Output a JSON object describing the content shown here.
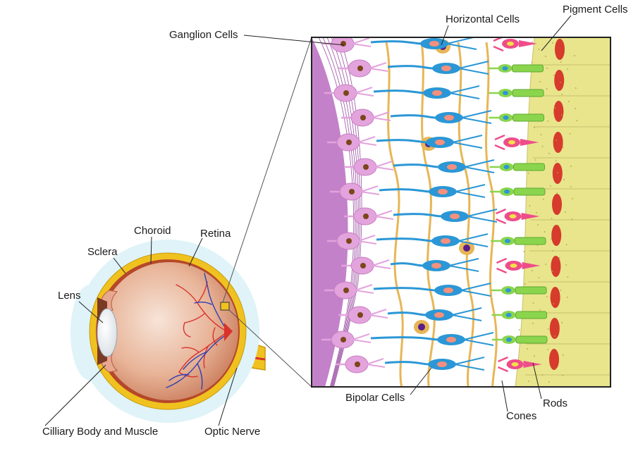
{
  "colors": {
    "background": "#ffffff",
    "sclera": "#dff3f8",
    "choroid": "#f0c21f",
    "retina_wall": "#b5482a",
    "eyeball": "#e9b89d",
    "vessel_red": "#d8322b",
    "vessel_blue": "#2f3fb3",
    "ganglion": "#e3a3dd",
    "nerve_fiber": "#b86bc0",
    "bipolar": "#2b97d6",
    "horizontal": "#e7b656",
    "rod": "#8ad54d",
    "cone": "#ef4d8a",
    "pigment": "#e8e58d",
    "pigment_nucleus": "#d63b2c",
    "nucleus_brown": "#7b4619",
    "nucleus_pink": "#f4907d",
    "leader_line": "#222222",
    "panel_border": "#222222"
  },
  "labels": {
    "ganglion_cells": "Ganglion Cells",
    "horizontal_cells": "Horizontal Cells",
    "pigment_cells": "Pigment Cells",
    "choroid": "Choroid",
    "retina": "Retina",
    "sclera": "Sclera",
    "lens": "Lens",
    "cilliary_body": "Cilliary Body and Muscle",
    "optic_nerve": "Optic Nerve",
    "bipolar_cells": "Bipolar Cells",
    "cones": "Cones",
    "rods": "Rods"
  }
}
